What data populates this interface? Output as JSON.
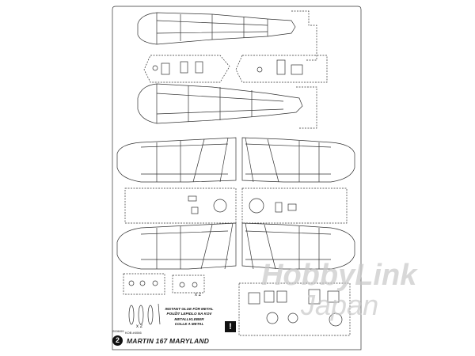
{
  "sheet": {
    "number": "2",
    "kit_code": "KOB #4066",
    "date_code": "2006/09",
    "title": "MARTIN 167 MARYLAND"
  },
  "glue_note": {
    "lines": [
      "INSTANT GLUE FÜR METAL",
      "POUŽIT LEPIDLO NA KOV",
      "METALLKLEBER",
      "COLLE A METAL"
    ]
  },
  "multipliers": {
    "small_parts": "x 2",
    "struts": "x 2"
  },
  "watermark": {
    "line1": "HobbyLink",
    "line2": "Japan"
  },
  "icons": {
    "warning": "warning-icon",
    "sheet_number": "sheet-number-badge"
  },
  "colors": {
    "line": "#333333",
    "paper": "#ffffff",
    "watermark": "#c8c8c8"
  }
}
